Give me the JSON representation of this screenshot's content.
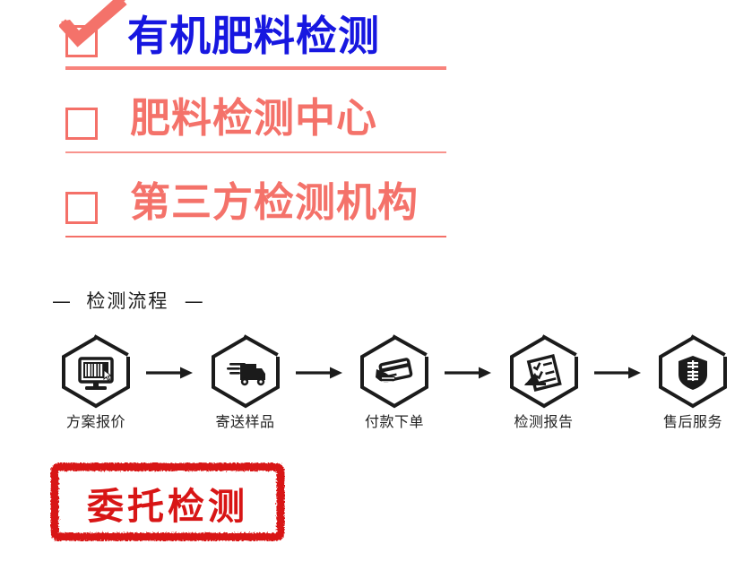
{
  "checklist": {
    "items": [
      {
        "label": "有机肥料检测",
        "checked": true,
        "text_color": "#1717e0",
        "box_color": "#f47068"
      },
      {
        "label": "肥料检测中心",
        "checked": false,
        "text_color": "#f4726a",
        "box_color": "#f4726a"
      },
      {
        "label": "第三方检测机构",
        "checked": false,
        "text_color": "#f4726a",
        "box_color": "#f47068"
      }
    ]
  },
  "process": {
    "heading_dash_left": "—",
    "heading_title": "检测流程",
    "heading_dash_right": "—",
    "arrow": "→",
    "steps": [
      {
        "label": "方案报价",
        "icon": "monitor-barcode-icon"
      },
      {
        "label": "寄送样品",
        "icon": "delivery-truck-icon"
      },
      {
        "label": "付款下单",
        "icon": "hand-credit-card-icon"
      },
      {
        "label": "检测报告",
        "icon": "checklist-report-icon"
      },
      {
        "label": "售后服务",
        "icon": "shield-service-icon"
      }
    ]
  },
  "stamp": {
    "text": "委托检测",
    "color": "#d81515"
  },
  "colors": {
    "blue": "#1717e0",
    "salmon": "#f4726a",
    "stamp_red": "#d81515",
    "ink": "#1a1a1a",
    "background": "#ffffff"
  }
}
